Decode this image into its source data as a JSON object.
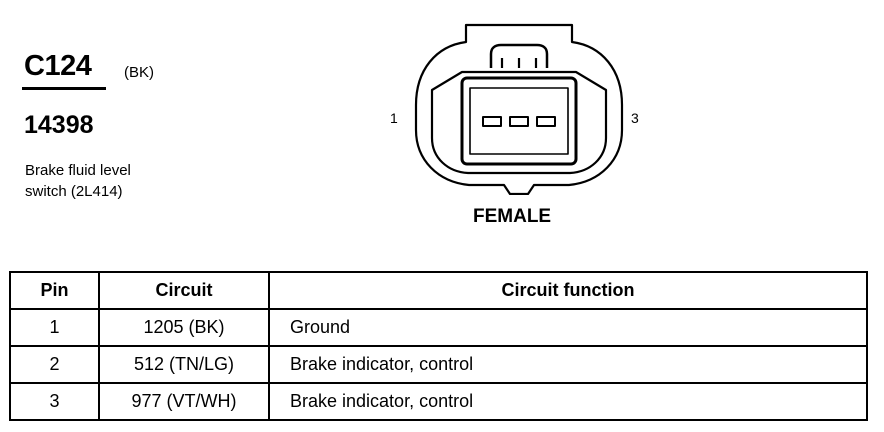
{
  "connector": {
    "id": "C124",
    "color": "(BK)",
    "part_number": "14398",
    "description_line1": "Brake fluid level",
    "description_line2": "switch (2L414)"
  },
  "diagram": {
    "pin_left": "1",
    "pin_right": "3",
    "gender": "FEMALE"
  },
  "table": {
    "headers": [
      "Pin",
      "Circuit",
      "Circuit function"
    ],
    "rows": [
      {
        "pin": "1",
        "circuit": "1205 (BK)",
        "function": "Ground"
      },
      {
        "pin": "2",
        "circuit": "512 (TN/LG)",
        "function": "Brake indicator, control"
      },
      {
        "pin": "3",
        "circuit": "977 (VT/WH)",
        "function": "Brake indicator, control"
      }
    ]
  }
}
